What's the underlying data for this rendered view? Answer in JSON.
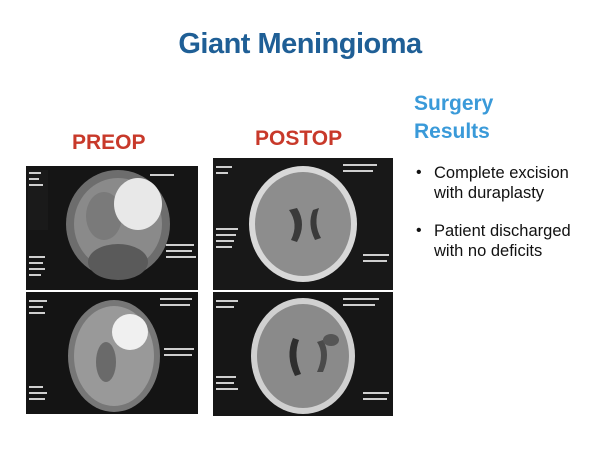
{
  "slide": {
    "title": "Giant Meningioma",
    "preop_label": "PREOP",
    "postop_label": "POSTOP",
    "side_title_line1": "Surgery",
    "side_title_line2": "Results",
    "bullets": [
      "Complete excision with duraplasty",
      "Patient discharged with no deficits"
    ]
  },
  "colors": {
    "title": "#1f5f96",
    "labels": "#c8392a",
    "side_title": "#3a9ad9"
  }
}
